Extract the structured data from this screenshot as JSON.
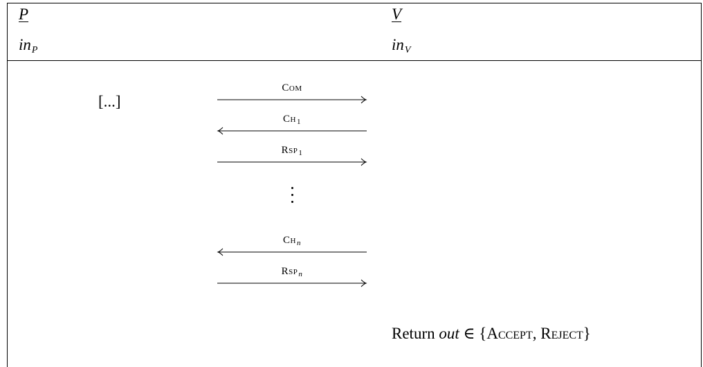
{
  "prover": {
    "name": "P",
    "input_base": "in",
    "input_sub": "P"
  },
  "verifier": {
    "name": "V",
    "input_base": "in",
    "input_sub": "V"
  },
  "prover_steps": "[...]",
  "messages": [
    {
      "base": "Com",
      "sub": "",
      "direction": "right"
    },
    {
      "base": "Ch",
      "sub": "1",
      "direction": "left"
    },
    {
      "base": "Rsp",
      "sub": "1",
      "direction": "right"
    },
    {
      "base": "Ch",
      "sub": "n",
      "direction": "left"
    },
    {
      "base": "Rsp",
      "sub": "n",
      "direction": "right"
    }
  ],
  "verifier_output": {
    "prefix": "Return",
    "var": "out",
    "relation": "∈",
    "open": "{",
    "accept": "Accept",
    "separator": ", ",
    "reject": "Reject",
    "close": "}"
  }
}
